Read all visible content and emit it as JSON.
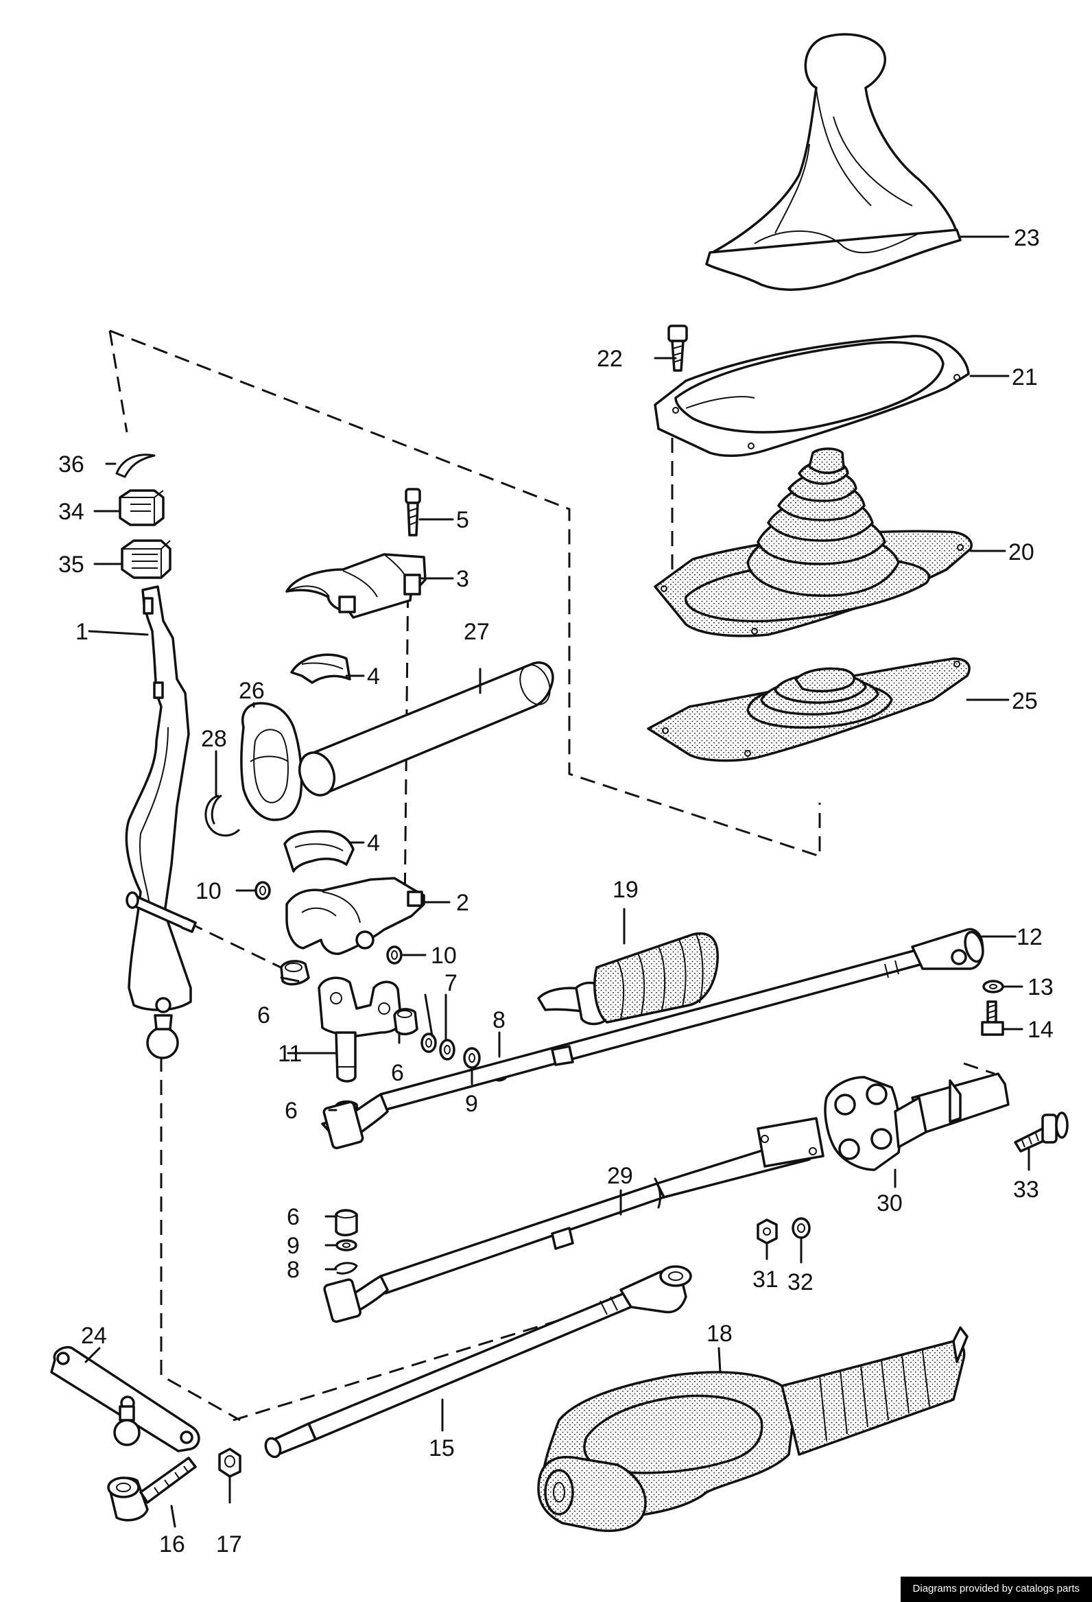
{
  "credit": "Diagrams provided by catalogs parts",
  "callouts": [
    "1",
    "2",
    "3",
    "4",
    "4",
    "5",
    "6",
    "6",
    "6",
    "6",
    "7",
    "8",
    "8",
    "9",
    "9",
    "10",
    "10",
    "11",
    "12",
    "13",
    "14",
    "15",
    "16",
    "17",
    "18",
    "19",
    "20",
    "21",
    "22",
    "23",
    "24",
    "25",
    "26",
    "27",
    "28",
    "29",
    "30",
    "31",
    "32",
    "33",
    "34",
    "35",
    "36"
  ]
}
